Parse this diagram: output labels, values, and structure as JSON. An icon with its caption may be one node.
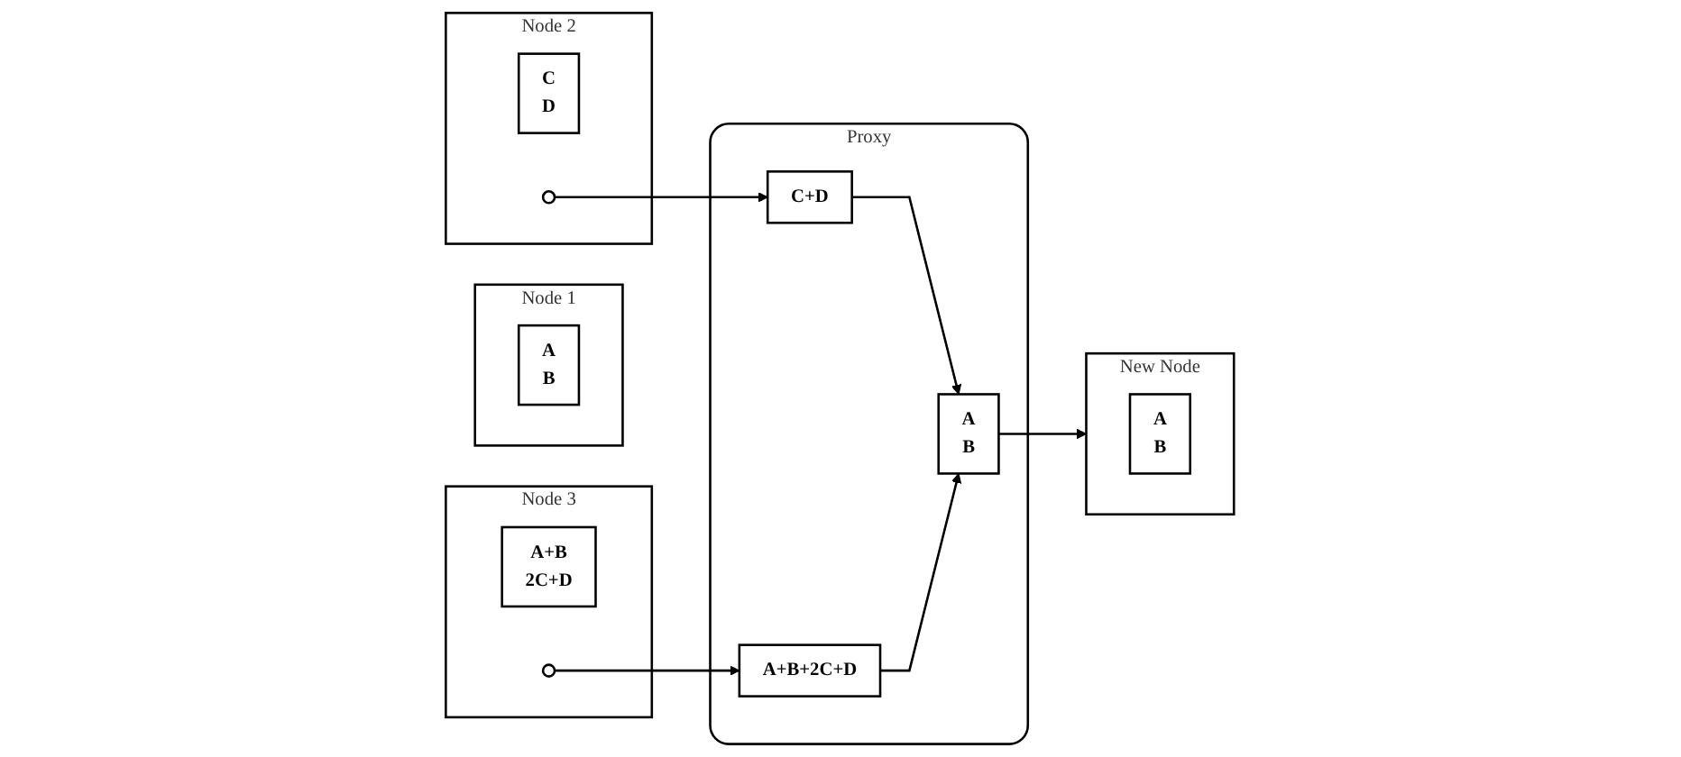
{
  "diagram": {
    "nodes": [
      {
        "text": [
          "Node 1"
        ]
      },
      {
        "text": [
          "A",
          "B"
        ],
        "in": 0
      },
      {
        "text": [
          "Node 2"
        ]
      },
      {
        "text": [
          "C",
          "D"
        ],
        "in": 2
      },
      {
        "text": [],
        "shape": "circle",
        "in": 2
      },
      {
        "text": [
          "Node 3"
        ]
      },
      {
        "text": [
          "A+B",
          "2C+D"
        ],
        "in": 5
      },
      {
        "text": [],
        "shape": "circle",
        "in": 5
      },
      {
        "text": [
          "Proxy"
        ]
      },
      {
        "text": [
          "C+D"
        ],
        "in": 8
      },
      {
        "text": [
          "A+B+2C+D"
        ],
        "in": 8
      },
      {
        "text": [
          "A",
          "B"
        ],
        "in": 8
      },
      {
        "text": [
          "New Node"
        ]
      },
      {
        "text": [
          "A",
          "B"
        ],
        "in": 12
      }
    ],
    "edges": [
      {
        "from": 4,
        "to": 9,
        "arrow": "to"
      },
      {
        "from": 7,
        "to": 10,
        "arrow": "to"
      },
      {
        "from": 9,
        "to": 11,
        "arrow": "to"
      },
      {
        "from": 10,
        "to": 11,
        "arrow": "to"
      },
      {
        "from": 11,
        "to": 12,
        "arrow": "to"
      }
    ]
  }
}
